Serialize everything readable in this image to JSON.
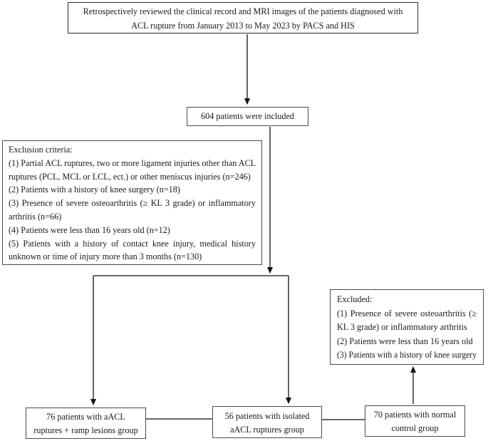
{
  "colors": {
    "text": "#1a1a1a",
    "box_border": "#4a4a4a",
    "line": "#111111",
    "background": "#ffffff"
  },
  "flow": {
    "source_box": {
      "line1": "Retrospectively reviewed the clinical record and MRI images of the patients diagnosed with",
      "line2": "ACL rupture from January 2013 to May 2023 by PACS and HIS"
    },
    "included_box": {
      "text": "604 patients were included"
    },
    "exclusion_box": {
      "heading": "Exclusion criteria:",
      "lines": [
        "(1) Partial ACL ruptures, two or more ligament injuries other than ACL",
        "ruptures (PCL, MCL or LCL, ect.) or other meniscus injuries (n=246)",
        "(2) Patients with a history of knee surgery (n=18)",
        "(3) Presence of severe osteoarthritis (≥ KL 3 grade) or inflammatory",
        "arthritis (n=66)",
        "(4) Patients were less than 16 years old (n=12)",
        "(5) Patients with a history of contact knee injury, medical history",
        "unknown or time of injury more than 3 months (n=130)"
      ]
    },
    "excluded_box": {
      "heading": "Excluded:",
      "lines": [
        "(1) Presence of severe osteoarthritis (≥",
        "KL 3 grade) or inflammatory arthritis",
        "(2) Patients were less than 16 years old",
        "(3) Patients with a history of knee surgery"
      ]
    },
    "group_boxes": [
      {
        "line1": "76 patients with aACL",
        "line2": "ruptures + ramp lesions group"
      },
      {
        "line1": "56 patients with isolated",
        "line2": "aACL ruptures group"
      },
      {
        "line1": "70 patients with normal",
        "line2": "control group"
      }
    ]
  }
}
